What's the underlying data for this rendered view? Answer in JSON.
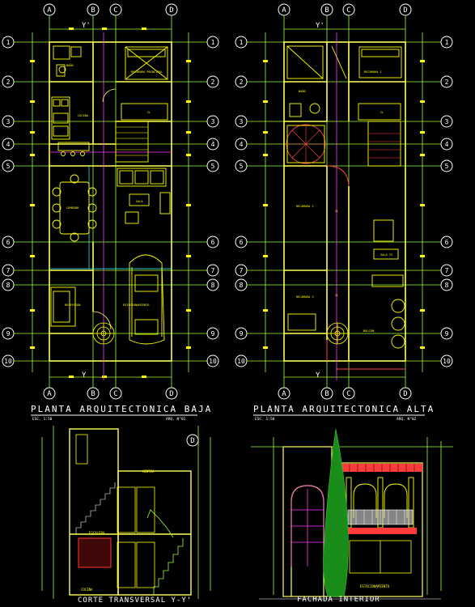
{
  "colors": {
    "background": "#000000",
    "grid_axis": "#9aff3a",
    "wall": "#ffff55",
    "dimension": "#ffff00",
    "furniture": "#ffff00",
    "stair": "#ff4444",
    "axis_bubble": "#ffffff",
    "accent_magenta": "#ff3aff",
    "accent_cyan": "#33ffff",
    "tree": "#1a8c1a"
  },
  "axis_letters": [
    "A",
    "B",
    "C",
    "D"
  ],
  "axis_numbers": [
    "1",
    "2",
    "3",
    "4",
    "5",
    "6",
    "7",
    "8",
    "9",
    "10"
  ],
  "plan_low": {
    "title": "PLANTA ARQUITECTONICA BAJA",
    "scale": "ESC. 1:50",
    "code": "ARQ. N°01",
    "rooms": {
      "bath": "BAÑO",
      "bedroom": "RECAMARA PRINCIPAL",
      "kitchen": "COCINA",
      "dining": "COMEDOR",
      "living": "SALA",
      "reception": "RECEPCION",
      "parking": "ESTACIONAMIENTO",
      "cl": "CL"
    },
    "section_marks": [
      "Y'",
      "Y"
    ]
  },
  "plan_high": {
    "title": "PLANTA ARQUITECTONICA ALTA",
    "scale": "ESC. 1:50",
    "code": "ARQ. N°02",
    "rooms": {
      "bath": "BAÑO",
      "bedroom1": "RECAMARA 1",
      "bedroom2": "RECAMARA 2",
      "bedroom3": "RECAMARA 3",
      "hall": "SALA TV",
      "balcony": "BALCON",
      "cl1": "CL",
      "cl2": "CL",
      "cl3": "CL"
    },
    "section_marks": [
      "Y'",
      "Y"
    ]
  },
  "section": {
    "title": "CORTE TRANSVERSAL Y-Y'",
    "labels": {
      "azotea": "AZOTEA",
      "escalera": "ESCALERA",
      "cocina": "COCINA"
    },
    "bubble": "D"
  },
  "facade": {
    "title": "FACHADA INTERIOR",
    "labels": {
      "estacionamiento": "ESTACIONAMIENTO"
    }
  }
}
